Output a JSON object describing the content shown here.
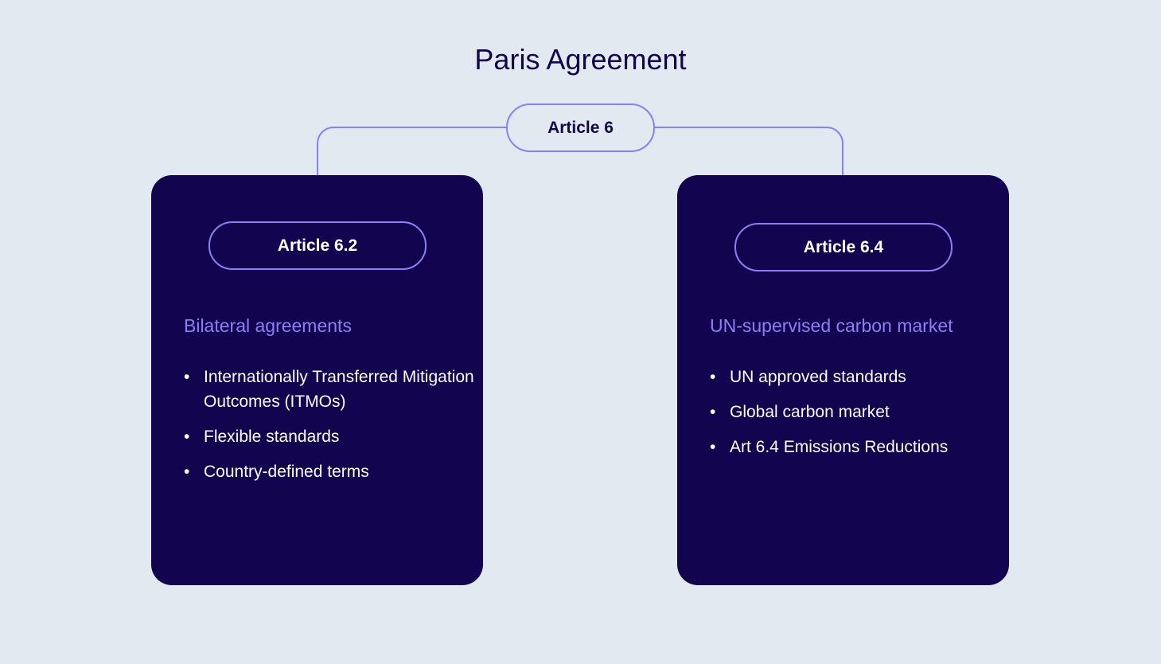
{
  "title": "Paris Agreement",
  "root": {
    "label": "Article 6"
  },
  "branches": [
    {
      "label": "Article 6.2",
      "heading": "Bilateral agreements",
      "items": [
        "Internationally Transferred Mitigation Outcomes (ITMOs)",
        "Flexible standards",
        "Country-defined terms"
      ]
    },
    {
      "label": "Article 6.4",
      "heading": "UN-supervised carbon market",
      "items": [
        "UN approved standards",
        "Global carbon market",
        "Art 6.4 Emissions Reductions"
      ]
    }
  ],
  "colors": {
    "background": "#e2e9f1",
    "card": "#12044e",
    "accent": "#8b7ff5"
  }
}
